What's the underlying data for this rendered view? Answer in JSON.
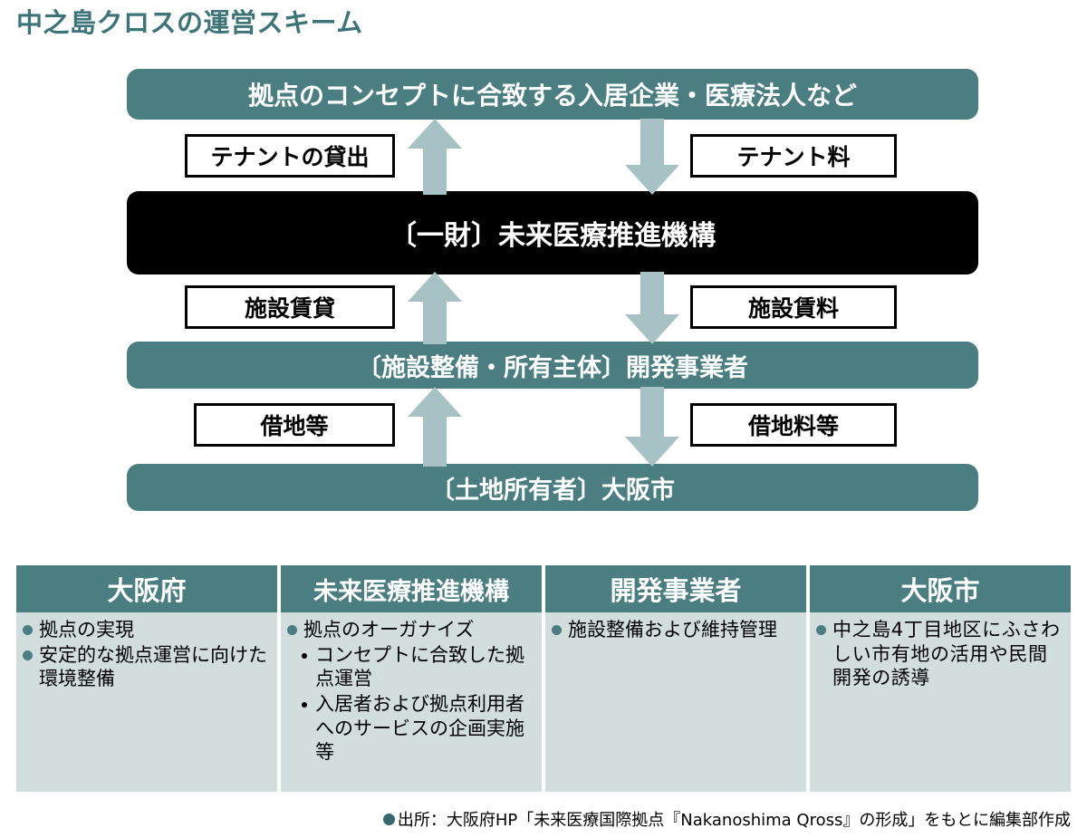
{
  "title": "中之島クロスの運営スキーム",
  "colors": {
    "teal": "#4a7e80",
    "title_teal": "#3c7478",
    "arrow": "#a6c2c4",
    "card_body": "#d2dddd",
    "black": "#000000",
    "white": "#ffffff"
  },
  "flow": {
    "bars": [
      {
        "id": "tenants",
        "label": "拠点のコンセプトに合致する入居企業・医療法人など",
        "style": "teal"
      },
      {
        "id": "org",
        "label": "〔一財〕未来医療推進機構",
        "style": "black"
      },
      {
        "id": "developer",
        "label": "〔施設整備・所有主体〕開発事業者",
        "style": "teal"
      },
      {
        "id": "city",
        "label": "〔土地所有者〕大阪市",
        "style": "teal"
      }
    ],
    "labels": {
      "tenant_lease": "テナントの貸出",
      "tenant_fee": "テナント料",
      "facility_lease": "施設賃貸",
      "facility_fee": "施設賃料",
      "land_lease": "借地等",
      "land_fee": "借地料等"
    },
    "arrows": [
      {
        "id": "up-tenants",
        "direction": "up",
        "icon": "arrow-up-icon"
      },
      {
        "id": "down-tenants",
        "direction": "down",
        "icon": "arrow-down-icon"
      },
      {
        "id": "up-org",
        "direction": "up",
        "icon": "arrow-up-icon"
      },
      {
        "id": "down-org",
        "direction": "down",
        "icon": "arrow-down-icon"
      },
      {
        "id": "up-city",
        "direction": "up",
        "icon": "arrow-up-icon"
      },
      {
        "id": "down-city",
        "direction": "down",
        "icon": "arrow-down-icon"
      }
    ]
  },
  "cards": [
    {
      "header": "大阪府",
      "items": [
        {
          "level": 1,
          "text": "拠点の実現"
        },
        {
          "level": 1,
          "text": "安定的な拠点運営に向けた環境整備"
        }
      ]
    },
    {
      "header": "未来医療推進機構",
      "items": [
        {
          "level": 1,
          "text": "拠点のオーガナイズ"
        },
        {
          "level": 2,
          "text": "コンセプトに合致した拠点運営"
        },
        {
          "level": 2,
          "text": "入居者および拠点利用者へのサービスの企画実施 等"
        }
      ]
    },
    {
      "header": "開発事業者",
      "items": [
        {
          "level": 1,
          "text": "施設整備および維持管理"
        }
      ]
    },
    {
      "header": "大阪市",
      "items": [
        {
          "level": 1,
          "text": "中之島4丁目地区にふさわしい市有地の活用や民間開発の誘導"
        }
      ]
    }
  ],
  "source": "出所：大阪府HP「未来医療国際拠点『Nakanoshima Qross』の形成」をもとに編集部作成"
}
